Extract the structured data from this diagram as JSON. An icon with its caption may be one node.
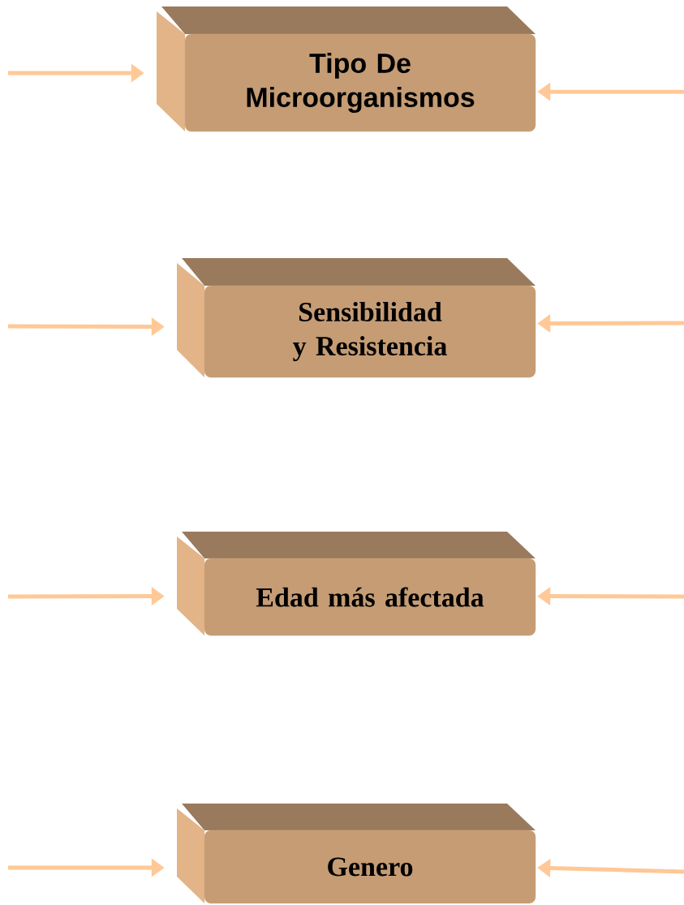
{
  "diagram": {
    "nodes": [
      {
        "text": [
          "Tipo De Microorganismos"
        ]
      },
      {
        "text": [
          "Sensibilidad y Resistencia"
        ]
      },
      {
        "text": [
          "Edad más afectada"
        ]
      },
      {
        "text": [
          "Genero"
        ]
      }
    ],
    "edges": [
      {
        "from": null,
        "to": 0,
        "arrow": "to"
      },
      {
        "from": null,
        "to": 0,
        "arrow": "to"
      },
      {
        "from": null,
        "to": 1,
        "arrow": "to"
      },
      {
        "from": null,
        "to": 1,
        "arrow": "to"
      },
      {
        "from": null,
        "to": 2,
        "arrow": "to"
      },
      {
        "from": null,
        "to": 2,
        "arrow": "to"
      },
      {
        "from": null,
        "to": 3,
        "arrow": "to"
      },
      {
        "from": null,
        "to": 3,
        "arrow": "to"
      }
    ]
  }
}
